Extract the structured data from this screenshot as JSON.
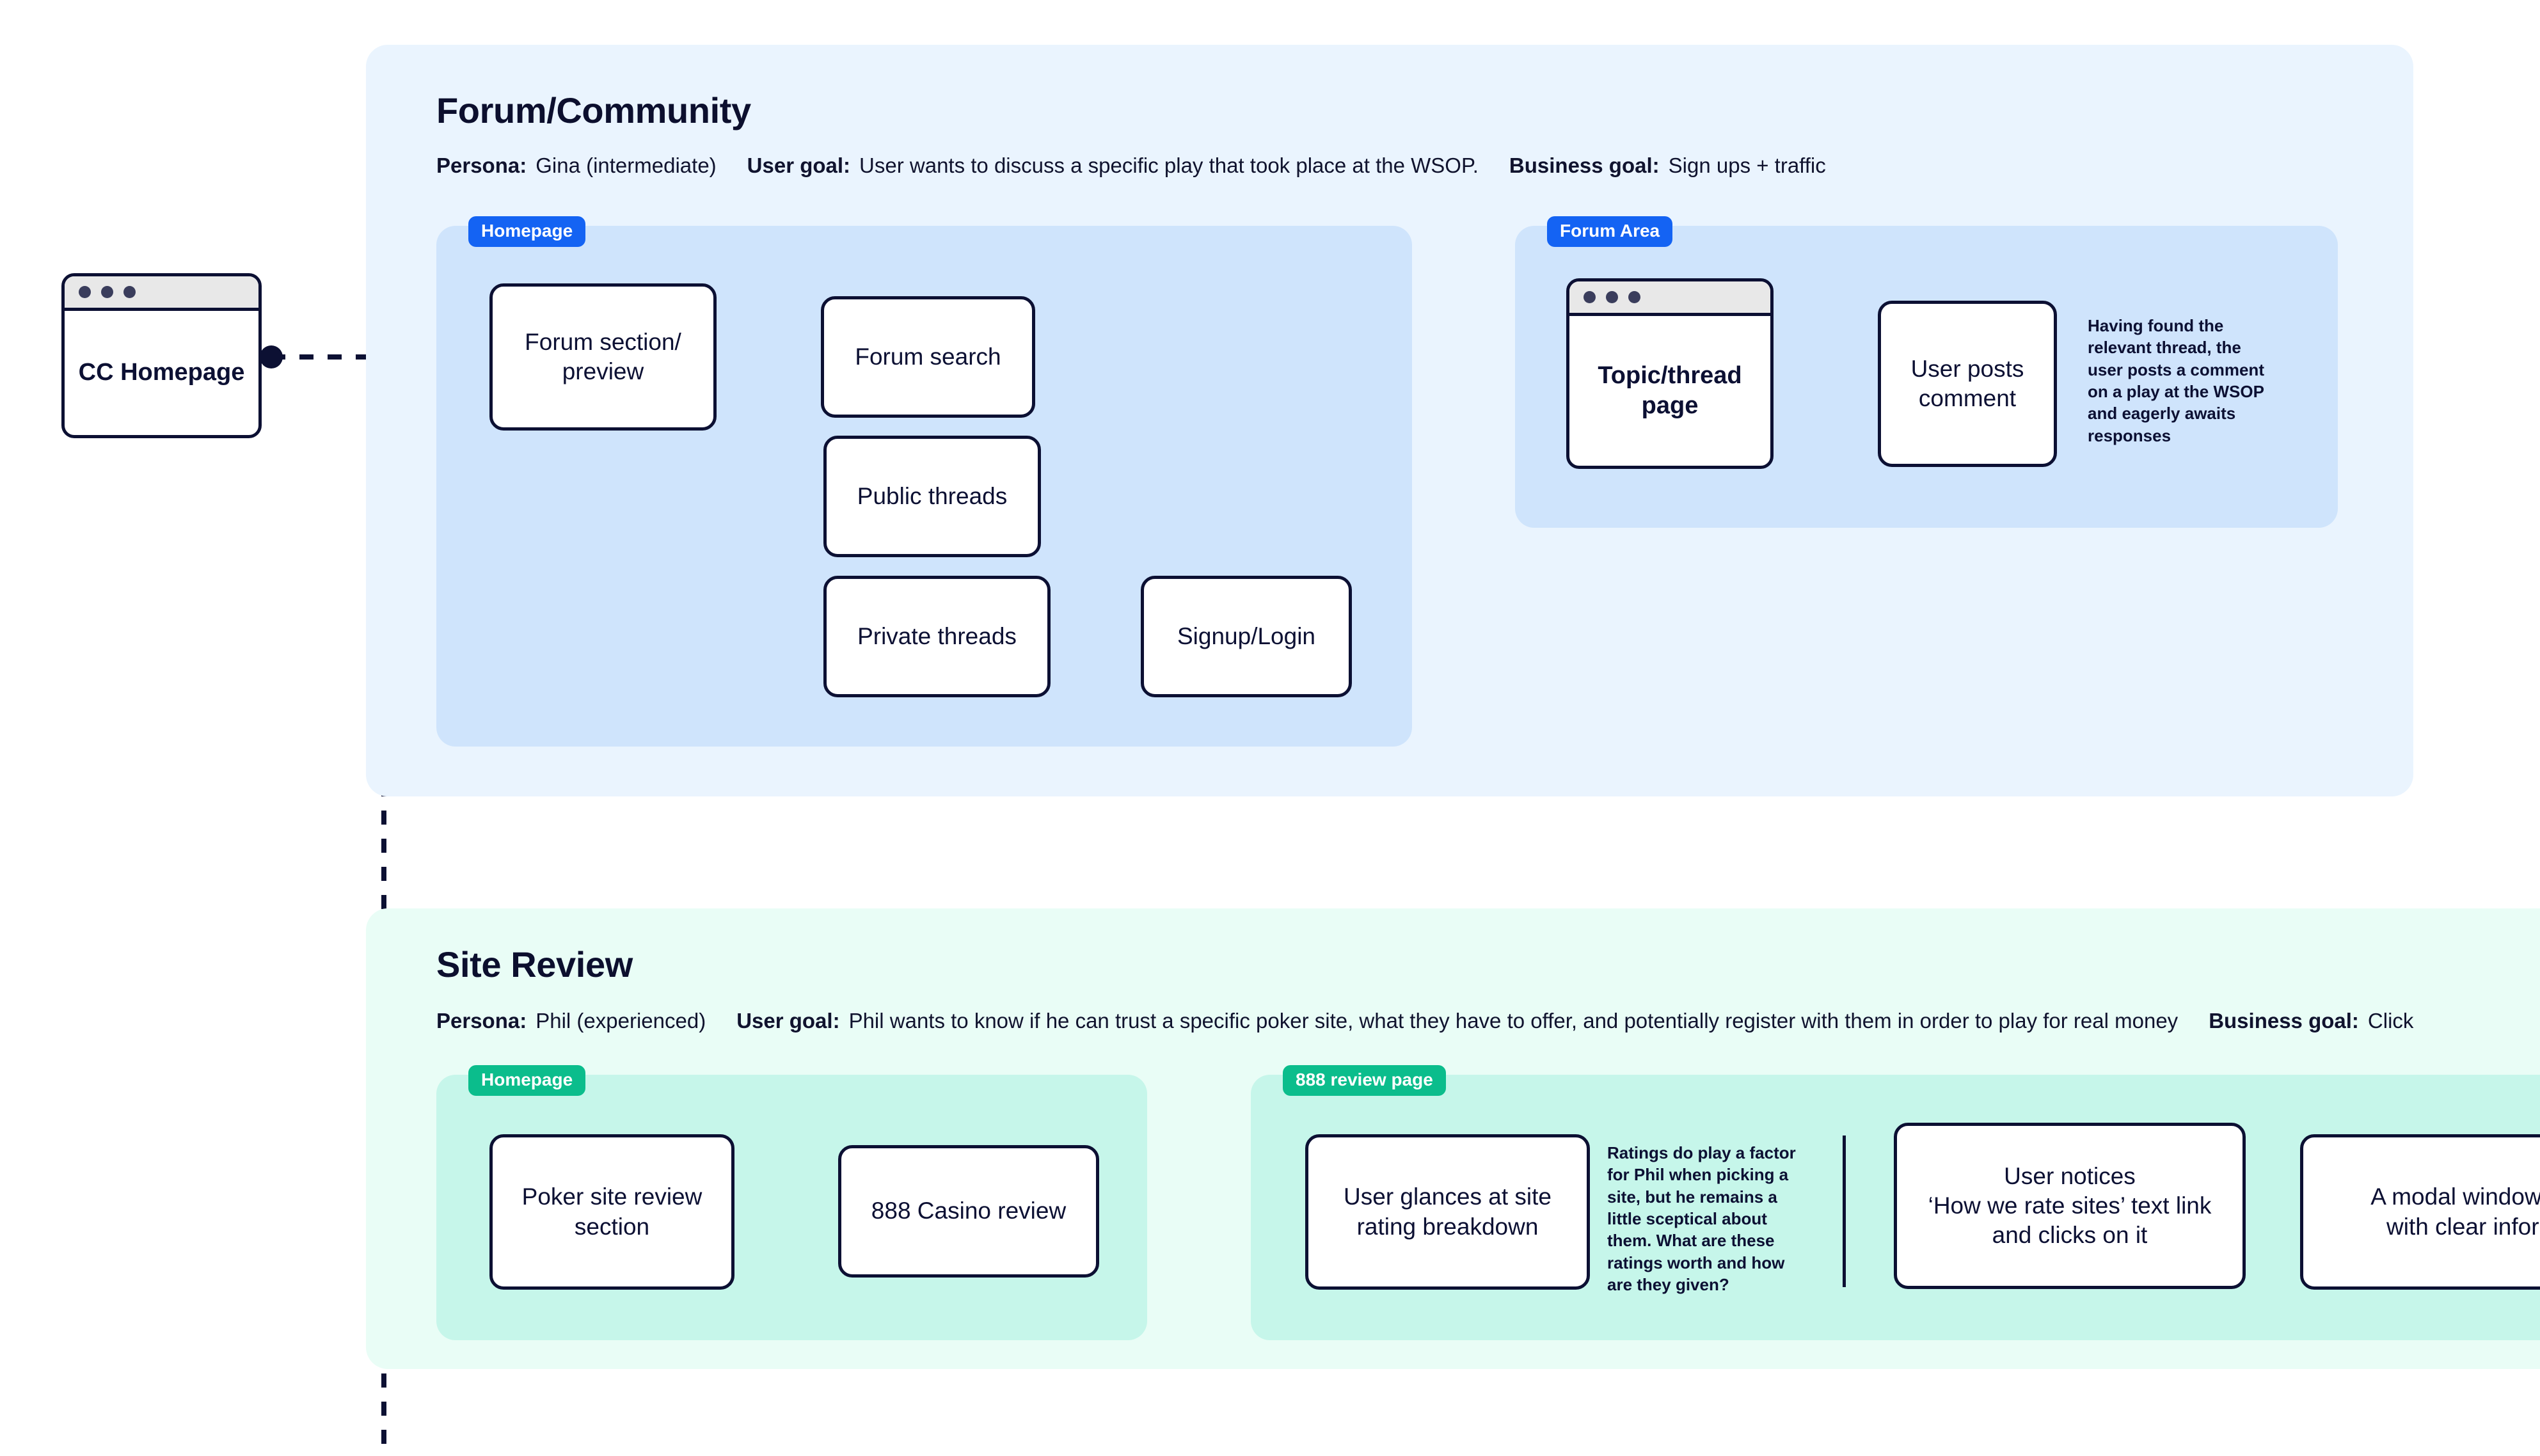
{
  "sections": [
    {
      "id": "forum",
      "title": "Forum/Community",
      "persona_label": "Persona:",
      "persona_value": "Gina (intermediate)",
      "user_goal_label": "User goal:",
      "user_goal_value": "User wants to discuss a specific play that took place at the WSOP.",
      "business_goal_label": "Business goal:",
      "business_goal_value": "Sign ups + traffic",
      "accent": "#1463f3",
      "band_color": "#eaf4fe",
      "group_color": "#cfe4fc",
      "groups": [
        {
          "id": "forum-homepage",
          "tag": "Homepage"
        },
        {
          "id": "forum-area",
          "tag": "Forum Area"
        }
      ]
    },
    {
      "id": "review",
      "title": "Site Review",
      "persona_label": "Persona:",
      "persona_value": "Phil (experienced)",
      "user_goal_label": "User goal:",
      "user_goal_value": "Phil wants to know if he can trust a specific poker site, what they have to offer, and potentially register with them in order to play for real money",
      "business_goal_label": "Business goal:",
      "business_goal_value": "Click",
      "accent": "#0bbd8c",
      "band_color": "#e9fdf6",
      "group_color": "#c6f6ea",
      "groups": [
        {
          "id": "review-homepage",
          "tag": "Homepage"
        },
        {
          "id": "review-888",
          "tag": "888 review page"
        }
      ]
    }
  ],
  "nodes": {
    "cc_homepage": "CC Homepage",
    "forum_section_preview": "Forum section/\npreview",
    "forum_search": "Forum search",
    "public_threads": "Public threads",
    "private_threads": "Private threads",
    "signup_login": "Signup/Login",
    "topic_thread_page": "Topic/thread\npage",
    "user_posts_comment": "User posts\ncomment",
    "poker_site_review_section": "Poker site review\nsection",
    "casino_888_review": "888 Casino review",
    "user_glances_rating": "User glances at site\nrating breakdown",
    "user_notices_link": "User notices\n‘How we rate sites’ text link\nand clicks on it",
    "modal_window": "A modal window ope\nwith clear informa"
  },
  "notes": {
    "forum_note": "Having found the relevant thread, the user posts a comment on a play at the WSOP and eagerly awaits responses",
    "ratings_note": "Ratings do play a factor for Phil when picking a site, but he remains a little sceptical about them. What are these ratings worth and how are they given?"
  },
  "colors": {
    "ink": "#0c1033",
    "forum_accent": "#1463f3",
    "review_accent": "#0bbd8c",
    "node_fill": "#ffffff",
    "browser_bar": "#e8e8e8"
  }
}
